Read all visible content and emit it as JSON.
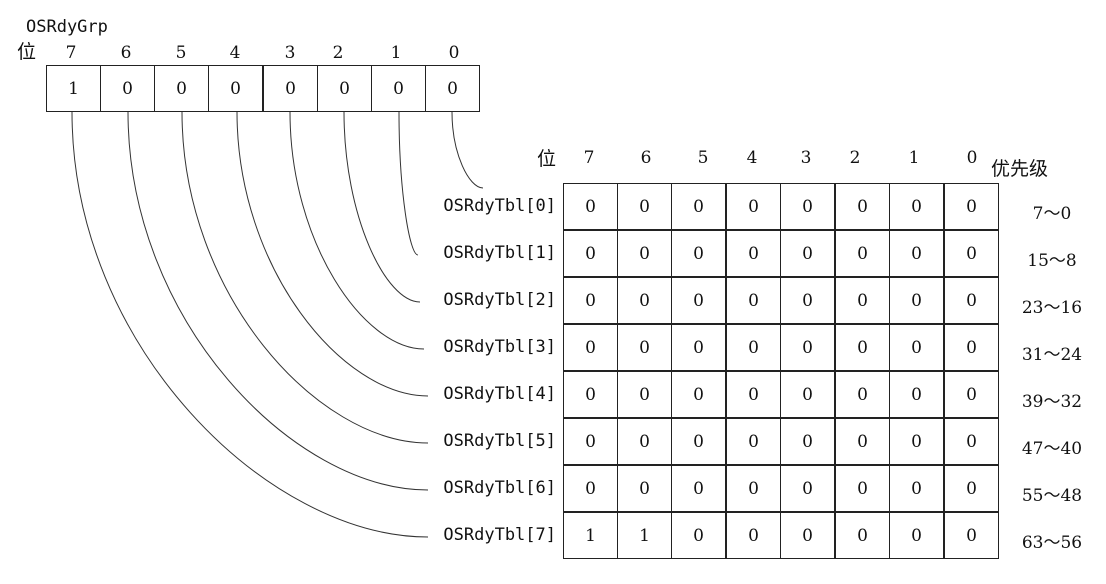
{
  "grp": {
    "title": "OSRdyGrp",
    "pos_label": "位",
    "bit_labels": [
      "7",
      "6",
      "5",
      "4",
      "3",
      "2",
      "1",
      "0"
    ],
    "values": [
      "1",
      "0",
      "0",
      "0",
      "0",
      "0",
      "0",
      "0"
    ]
  },
  "tbl": {
    "pos_label": "位",
    "priority_label": "优先级",
    "bit_labels": [
      "7",
      "6",
      "5",
      "4",
      "3",
      "2",
      "1",
      "0"
    ],
    "rows": [
      {
        "label": "OSRdyTbl[0]",
        "values": [
          "0",
          "0",
          "0",
          "0",
          "0",
          "0",
          "0",
          "0"
        ],
        "range": "7～0"
      },
      {
        "label": "OSRdyTbl[1]",
        "values": [
          "0",
          "0",
          "0",
          "0",
          "0",
          "0",
          "0",
          "0"
        ],
        "range": "15～8"
      },
      {
        "label": "OSRdyTbl[2]",
        "values": [
          "0",
          "0",
          "0",
          "0",
          "0",
          "0",
          "0",
          "0"
        ],
        "range": "23～16"
      },
      {
        "label": "OSRdyTbl[3]",
        "values": [
          "0",
          "0",
          "0",
          "0",
          "0",
          "0",
          "0",
          "0"
        ],
        "range": "31～24"
      },
      {
        "label": "OSRdyTbl[4]",
        "values": [
          "0",
          "0",
          "0",
          "0",
          "0",
          "0",
          "0",
          "0"
        ],
        "range": "39～32"
      },
      {
        "label": "OSRdyTbl[5]",
        "values": [
          "0",
          "0",
          "0",
          "0",
          "0",
          "0",
          "0",
          "0"
        ],
        "range": "47～40"
      },
      {
        "label": "OSRdyTbl[6]",
        "values": [
          "0",
          "0",
          "0",
          "0",
          "0",
          "0",
          "0",
          "0"
        ],
        "range": "55～48"
      },
      {
        "label": "OSRdyTbl[7]",
        "values": [
          "1",
          "1",
          "0",
          "0",
          "0",
          "0",
          "0",
          "0"
        ],
        "range": "63～56"
      }
    ]
  }
}
